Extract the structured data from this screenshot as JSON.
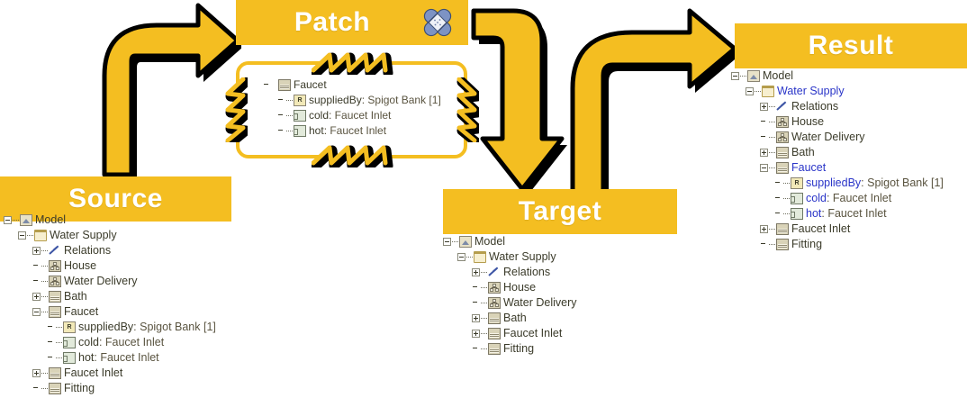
{
  "banners": [
    {
      "id": "source",
      "label": "Source"
    },
    {
      "id": "patch",
      "label": "Patch",
      "icon": "bandage-icon"
    },
    {
      "id": "target",
      "label": "Target"
    },
    {
      "id": "result",
      "label": "Result"
    }
  ],
  "colors": {
    "banner_bg": "#F4BE21",
    "banner_text": "#FFFFFF",
    "arrow_fill": "#F4BE21",
    "arrow_outline": "#000000",
    "tree_text": "#3B3B2A",
    "tree_text_highlight": "#2A35C8",
    "bandage_fill": "#7D93C4"
  },
  "trees": {
    "source": {
      "name": "source-model-tree",
      "rows": [
        {
          "depth": 0,
          "expander": "minus",
          "icon": "model-icon",
          "label": "Model",
          "highlight": false
        },
        {
          "depth": 1,
          "expander": "minus",
          "icon": "folder-icon",
          "label": "Water Supply",
          "highlight": false
        },
        {
          "depth": 2,
          "expander": "plus",
          "icon": "relations-icon",
          "label": "Relations",
          "highlight": false
        },
        {
          "depth": 2,
          "expander": "leaf",
          "icon": "diagram-icon",
          "label": "House",
          "highlight": false
        },
        {
          "depth": 2,
          "expander": "leaf",
          "icon": "diagram-icon",
          "label": "Water Delivery",
          "highlight": false
        },
        {
          "depth": 2,
          "expander": "plus",
          "icon": "block-icon",
          "label": "Bath",
          "highlight": false
        },
        {
          "depth": 2,
          "expander": "minus",
          "icon": "block-icon",
          "label": "Faucet",
          "highlight": false
        },
        {
          "depth": 3,
          "expander": "leaf",
          "icon": "reference-property-icon",
          "label": "suppliedBy",
          "type": " : Spigot Bank [1]",
          "highlight": false
        },
        {
          "depth": 3,
          "expander": "leaf",
          "icon": "port-icon",
          "label": "cold",
          "type": " : Faucet Inlet",
          "highlight": false
        },
        {
          "depth": 3,
          "expander": "leaf",
          "icon": "port-icon",
          "label": "hot",
          "type": " : Faucet Inlet",
          "highlight": false
        },
        {
          "depth": 2,
          "expander": "plus",
          "icon": "block-icon",
          "label": "Faucet Inlet",
          "highlight": false
        },
        {
          "depth": 2,
          "expander": "leaf",
          "icon": "block-icon",
          "label": "Fitting",
          "highlight": false
        }
      ]
    },
    "patch": {
      "name": "patch-fragment-tree",
      "rows": [
        {
          "depth": 0,
          "expander": "none",
          "icon": "block-icon",
          "label": "Faucet",
          "highlight": false
        },
        {
          "depth": 1,
          "expander": "leaf",
          "icon": "reference-property-icon",
          "label": "suppliedBy",
          "type": " : Spigot Bank [1]",
          "highlight": false
        },
        {
          "depth": 1,
          "expander": "leaf",
          "icon": "port-icon",
          "label": "cold",
          "type": " : Faucet Inlet",
          "highlight": false
        },
        {
          "depth": 1,
          "expander": "leaf",
          "icon": "port-icon",
          "label": "hot",
          "type": " : Faucet Inlet",
          "highlight": false
        }
      ]
    },
    "target": {
      "name": "target-model-tree",
      "rows": [
        {
          "depth": 0,
          "expander": "minus",
          "icon": "model-icon",
          "label": "Model",
          "highlight": false
        },
        {
          "depth": 1,
          "expander": "minus",
          "icon": "folder-icon",
          "label": "Water Supply",
          "highlight": false
        },
        {
          "depth": 2,
          "expander": "plus",
          "icon": "relations-icon",
          "label": "Relations",
          "highlight": false
        },
        {
          "depth": 2,
          "expander": "leaf",
          "icon": "diagram-icon",
          "label": "House",
          "highlight": false
        },
        {
          "depth": 2,
          "expander": "leaf",
          "icon": "diagram-icon",
          "label": "Water Delivery",
          "highlight": false
        },
        {
          "depth": 2,
          "expander": "plus",
          "icon": "block-icon",
          "label": "Bath",
          "highlight": false
        },
        {
          "depth": 2,
          "expander": "plus",
          "icon": "block-icon",
          "label": "Faucet Inlet",
          "highlight": false
        },
        {
          "depth": 2,
          "expander": "leaf",
          "icon": "block-icon",
          "label": "Fitting",
          "highlight": false
        }
      ]
    },
    "result": {
      "name": "result-model-tree",
      "rows": [
        {
          "depth": 0,
          "expander": "minus",
          "icon": "model-icon",
          "label": "Model",
          "highlight": false
        },
        {
          "depth": 1,
          "expander": "minus",
          "icon": "folder-icon",
          "label": "Water Supply",
          "highlight": true
        },
        {
          "depth": 2,
          "expander": "plus",
          "icon": "relations-icon",
          "label": "Relations",
          "highlight": false
        },
        {
          "depth": 2,
          "expander": "leaf",
          "icon": "diagram-icon",
          "label": "House",
          "highlight": false
        },
        {
          "depth": 2,
          "expander": "leaf",
          "icon": "diagram-icon",
          "label": "Water Delivery",
          "highlight": false
        },
        {
          "depth": 2,
          "expander": "plus",
          "icon": "block-icon",
          "label": "Bath",
          "highlight": false
        },
        {
          "depth": 2,
          "expander": "minus",
          "icon": "block-icon",
          "label": "Faucet",
          "highlight": true
        },
        {
          "depth": 3,
          "expander": "leaf",
          "icon": "reference-property-icon",
          "label": "suppliedBy",
          "type": " : Spigot Bank [1]",
          "highlight": true
        },
        {
          "depth": 3,
          "expander": "leaf",
          "icon": "port-icon",
          "label": "cold",
          "type": " : Faucet Inlet",
          "highlight": true
        },
        {
          "depth": 3,
          "expander": "leaf",
          "icon": "port-icon",
          "label": "hot",
          "type": " : Faucet Inlet",
          "highlight": true
        },
        {
          "depth": 2,
          "expander": "plus",
          "icon": "block-icon",
          "label": "Faucet Inlet",
          "highlight": false
        },
        {
          "depth": 2,
          "expander": "leaf",
          "icon": "block-icon",
          "label": "Fitting",
          "highlight": false
        }
      ]
    }
  },
  "arrows": [
    {
      "name": "arrow-source-to-patch",
      "from": "Source",
      "to": "Patch",
      "direction": "up-right"
    },
    {
      "name": "arrow-patch-to-target",
      "from": "Patch",
      "to": "Target",
      "direction": "down"
    },
    {
      "name": "arrow-target-to-result",
      "from": "Target",
      "to": "Result",
      "direction": "up-right"
    }
  ],
  "patch_box": {
    "name": "patch-fragment-box",
    "stitches": [
      "top",
      "bottom",
      "left",
      "right"
    ]
  }
}
